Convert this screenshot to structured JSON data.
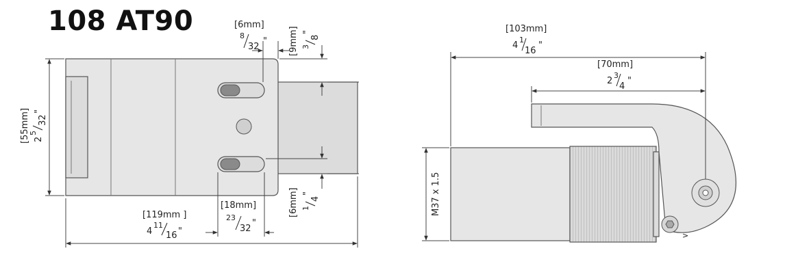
{
  "title": "108 AT90",
  "front_view": {
    "overall_width": {
      "mm": "[119mm ]",
      "in_whole": "4",
      "in_num": "11",
      "in_den": "16",
      "in_unit": "\""
    },
    "height": {
      "mm": "[55mm]",
      "in_whole": "2",
      "in_num": "5",
      "in_den": "32",
      "in_unit": "\""
    },
    "slot_offset": {
      "mm": "[6mm]",
      "in_num": "8",
      "in_den": "32",
      "in_unit": "\""
    },
    "top_gap": {
      "mm": "[9mm]",
      "in_num": "3",
      "in_den": "8",
      "in_unit": "\""
    },
    "bottom_gap": {
      "mm": "[6mm]",
      "in_num": "1",
      "in_den": "4",
      "in_unit": "\""
    },
    "slot_spacing": {
      "mm": "[18mm]",
      "in_num": "23",
      "in_den": "32",
      "in_unit": "\""
    }
  },
  "side_view": {
    "overall_length": {
      "mm": "[103mm]",
      "in_whole": "4",
      "in_num": "1",
      "in_den": "16",
      "in_unit": "\""
    },
    "arm_length": {
      "mm": "[70mm]",
      "in_whole": "2",
      "in_num": "3",
      "in_den": "4",
      "in_unit": "\""
    },
    "thread": "M37 x 1.5",
    "arrow_mark": ">"
  }
}
